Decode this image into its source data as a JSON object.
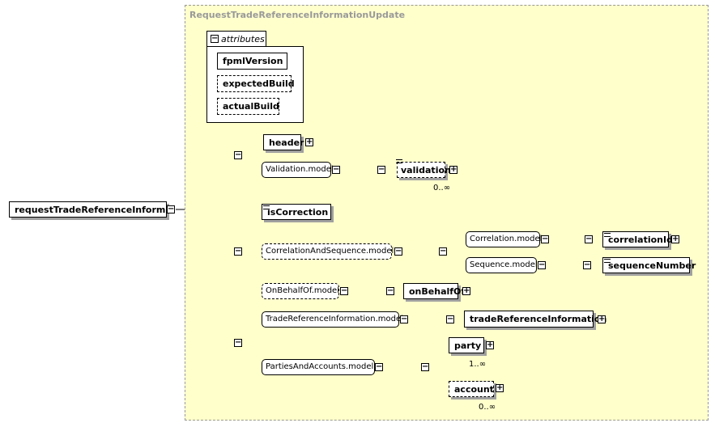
{
  "complex_type_name": "RequestTradeReferenceInformationUpdate",
  "root_element": "requestTradeReferenceInform...",
  "attributes_label": "attributes",
  "attributes": [
    "fpmlVersion",
    "expectedBuild",
    "actualBuild"
  ],
  "elements": {
    "header": "header",
    "validation": "validation",
    "isCorrection": "isCorrection",
    "correlationId": "correlationId",
    "sequenceNumber": "sequenceNumber",
    "onBehalfOf": "onBehalfOf",
    "tradeReferenceInformation": "tradeReferenceInformation",
    "party": "party",
    "account": "account"
  },
  "groups": {
    "validation_model": "Validation.model",
    "correlation_and_sequence_model": "CorrelationAndSequence.model",
    "correlation_model": "Correlation.model",
    "sequence_model": "Sequence.model",
    "on_behalf_of_model": "OnBehalfOf.model",
    "trade_reference_information_model": "TradeReferenceInformation.model",
    "parties_and_accounts_model": "PartiesAndAccounts.model"
  },
  "cardinalities": {
    "validation": "0..∞",
    "party": "1..∞",
    "account": "0..∞"
  },
  "icons": {
    "expand": "plus-box-icon",
    "collapse": "minus-box-icon",
    "sequence": "sequence-compositor-icon",
    "documentation": "documentation-icon"
  }
}
